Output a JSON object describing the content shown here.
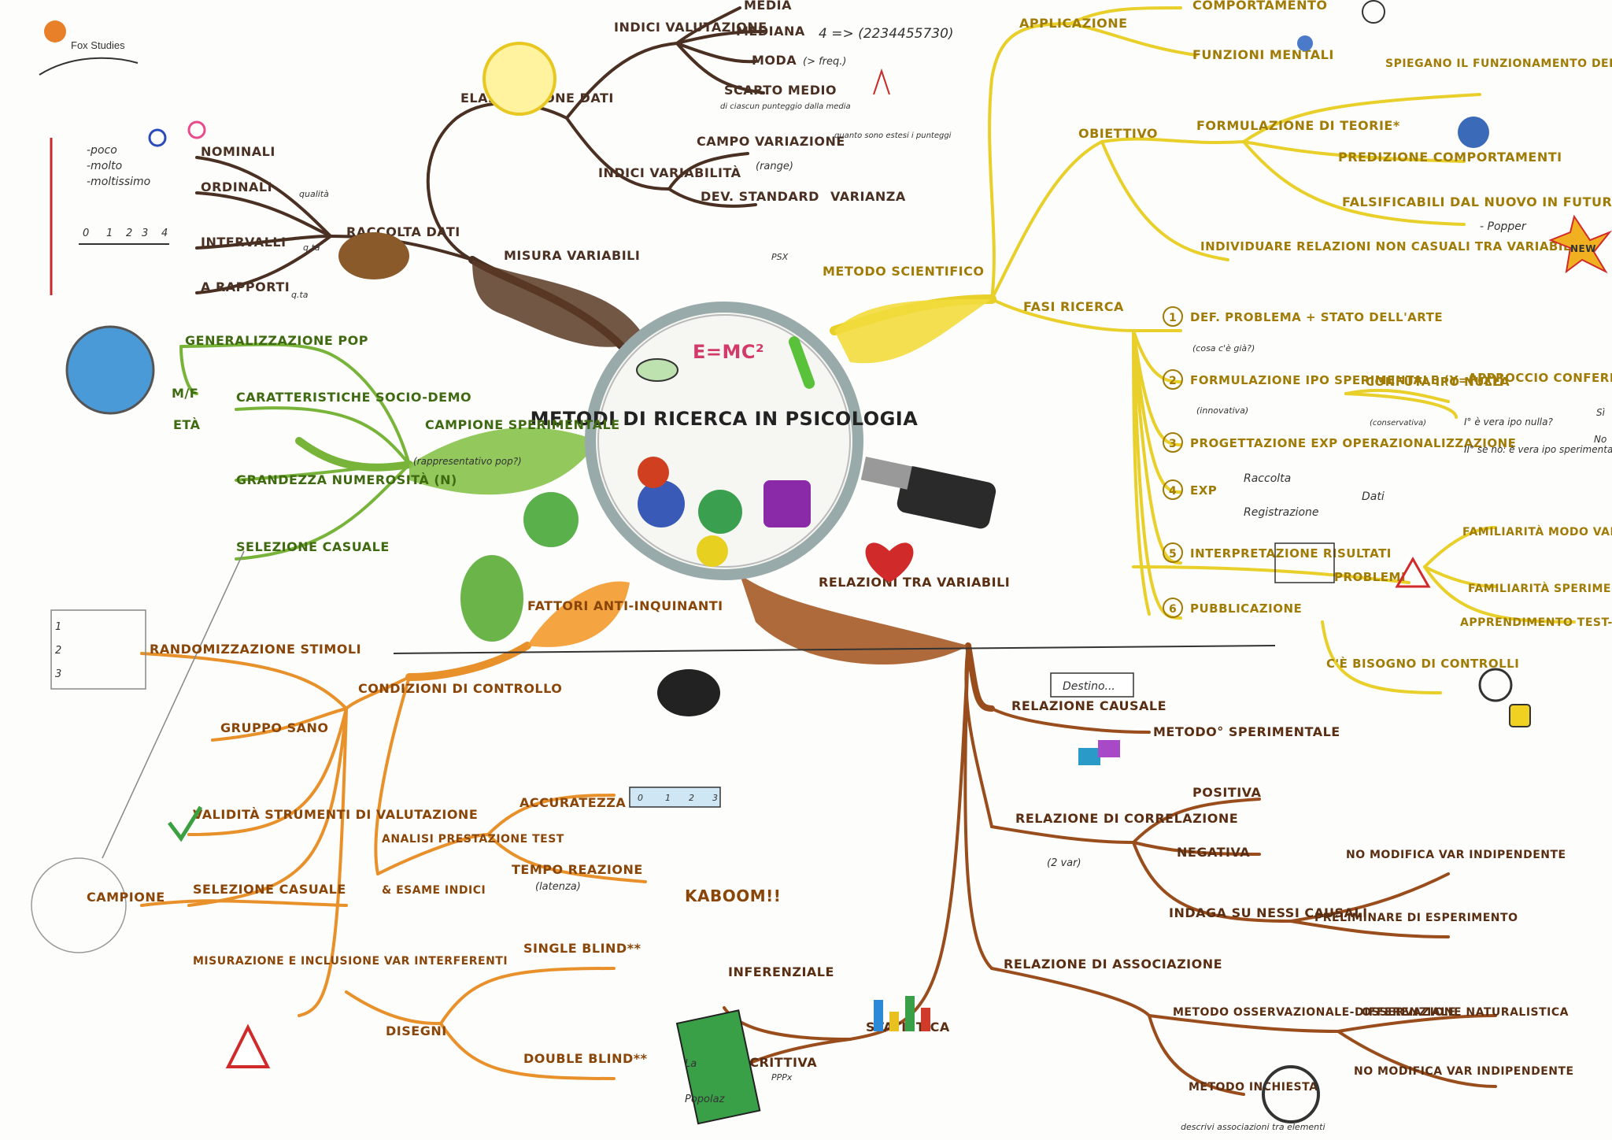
{
  "logo": {
    "brand": "Fox Studies"
  },
  "center": {
    "title": "Metodi di ricerca in psicologia",
    "formula": "E=mc²"
  },
  "colors": {
    "brown": "#4a3022",
    "yellow": "#e9cf2a",
    "green": "#78b43a",
    "orange": "#e8902a",
    "rust": "#9a4d1c",
    "paper": "#fdfdfb"
  },
  "top_branch": {
    "main": "Misura variabili",
    "raccolta": "Raccolta dati",
    "scales": [
      "Nominali",
      "Ordinali",
      "Intervalli",
      "A rapporti"
    ],
    "scale_notes": {
      "ordinali": "qualità",
      "intervalli": "q.ta",
      "rapporti": "q.ta"
    },
    "quantity_words": [
      "-poco",
      "-molto",
      "-moltissimo"
    ],
    "scale_ticks": [
      "0",
      "1",
      "2",
      "3",
      "4"
    ],
    "elaborazione": "Elaborazione dati",
    "indici_valutazione": "Indici valutazione",
    "indici_items": [
      "Media",
      "Mediana",
      "Moda",
      "Scarto medio"
    ],
    "mediana_example": "4 => (2234455730)",
    "moda_note": "(> freq.)",
    "scarto_note": "di ciascun punteggio dalla media",
    "indici_variabilita": "Indici variabilità",
    "variabilita_items": [
      "Campo variazione",
      "Dev. standard",
      "Varianza"
    ],
    "range_note": "(range)",
    "campo_note": "quanto sono estesi i punteggi",
    "psx": "PSX"
  },
  "green_branch": {
    "main": "Campione sperimentale",
    "main_note": "(rappresentativo pop?)",
    "items": [
      "Generalizzazione pop",
      "Caratteristiche socio-demo",
      "Grandezza numerosità (n)",
      "Selezione casuale"
    ],
    "labels": [
      "m/f",
      "età"
    ]
  },
  "yellow_branch": {
    "main": "Metodo scientifico",
    "applicazione": "Applicazione",
    "applicazione_items": [
      "Comportamento",
      "Funzioni mentali"
    ],
    "obiettivo": "Obiettivo",
    "teorie": "Formulazione di teorie*",
    "teorie_note": "Spiegano il funzionamento dei processi psicologici",
    "predizione": "Predizione comportamenti",
    "falsificabili": "Falsificabili dal nuovo in futuro",
    "popper": "- Popper",
    "new_label": "new",
    "relazioni": "Individuare relazioni non casuali tra variabili**",
    "fasi": "Fasi ricerca",
    "steps": [
      {
        "n": "1",
        "label": "Def. problema + stato dell'arte",
        "note": "(cosa c'è già?)"
      },
      {
        "n": "2",
        "label": "Formulazione ipo sperimentale (Y=f(X))",
        "note": "(innovativa)"
      },
      {
        "n": "3",
        "label": "Progettazione exp operazionalizzazione",
        "note": ""
      },
      {
        "n": "4",
        "label": "Exp",
        "note": ""
      },
      {
        "n": "5",
        "label": "Interpretazione risultati",
        "note": ""
      },
      {
        "n": "6",
        "label": "Pubblicazione",
        "note": ""
      }
    ],
    "exp_items": [
      "Raccolta",
      "Registrazione"
    ],
    "dati": "Dati",
    "confuta": "Confuta ipo nulla",
    "confuta_note": "(conservativa)",
    "approccio": "Approccio confermativo",
    "approccio_q1": "I° è vera ipo nulla?",
    "approccio_q2": "II° se no: è vera ipo sperimentale?",
    "si": "Sì",
    "no": "No",
    "problemi": "Problemi",
    "problemi_items": [
      "Familiarità modo valutazione",
      "Familiarità sperimentatore",
      "Apprendimento test-retest"
    ],
    "controlli": "C'è bisogno di controlli"
  },
  "orange_branch": {
    "main": "Fattori anti-inquinanti",
    "controllo": "Condizioni di controllo",
    "controllo_items": [
      "Randomizzazione stimoli",
      "Gruppo sano",
      "Validità strumenti di valutazione"
    ],
    "grid_rows": [
      "1",
      "2",
      "3"
    ],
    "campione": "Campione",
    "selezione": "Selezione casuale",
    "misurazione": "Misurazione e inclusione var interferenti",
    "disegni": "Disegni",
    "disegni_items": [
      "Single blind**",
      "Double blind**"
    ],
    "analisi": "Analisi prestazione test",
    "esame": "& esame indici",
    "analisi_items": [
      "Accuratezza",
      "Tempo reazione"
    ],
    "latenza": "(latenza)",
    "kaboom": "Kaboom!!",
    "ruler_ticks": [
      "0",
      "1",
      "2",
      "3"
    ]
  },
  "rust_branch": {
    "main": "Relazioni tra variabili",
    "causale": "Relazione causale",
    "destino": "Destino...",
    "metodo_sperimentale": "Metodo° sperimentale",
    "correlazione": "Relazione di correlazione",
    "correlazione_note": "(2 var)",
    "corr_items": [
      "Positiva",
      "Negativa",
      "Indaga su nessi causali"
    ],
    "modifica": "No modifica var indipendente",
    "preliminare": "Preliminare di esperimento",
    "associazione": "Relazione di associazione",
    "osservazione": "Metodo osservazionale-differenziale",
    "naturalistica": "Osservazione naturalistica",
    "modifica2": "No modifica var indipendente",
    "inchiesta": "Metodo inchiesta",
    "inchiesta_note": "descrivi associazioni tra elementi",
    "statistica": "Statistica",
    "stat_items": [
      "Inferenziale",
      "Descrittiva"
    ],
    "book_text": [
      "La",
      "Popolaz",
      "PPPx"
    ]
  }
}
